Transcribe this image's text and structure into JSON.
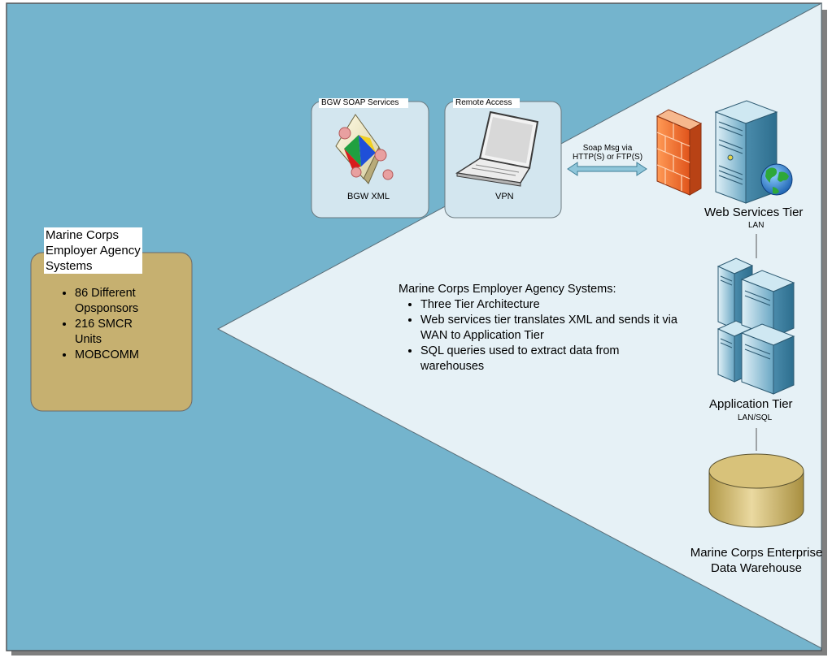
{
  "colors": {
    "background": "#74b4cd",
    "triangle": "#e6f1f6",
    "agency_box": "#c6b070",
    "service_box": "#d3e6ef"
  },
  "agency": {
    "title_lines": [
      "Marine Corps",
      "Employer Agency",
      "Systems"
    ],
    "items": [
      "86 Different Opsponsors",
      "216 SMCR Units",
      "MOBCOMM"
    ]
  },
  "services": {
    "soap_title": "BGW SOAP Services",
    "soap_label": "BGW XML",
    "remote_title": "Remote Access",
    "remote_label": "VPN"
  },
  "connection": {
    "soap_line1": "Soap Msg via",
    "soap_line2": "HTTP(S) or FTP(S)"
  },
  "tiers": {
    "web": "Web Services Tier",
    "web_link": "LAN",
    "app": "Application Tier",
    "app_link": "LAN/SQL",
    "warehouse_line1": "Marine Corps Enterprise",
    "warehouse_line2": "Data Warehouse"
  },
  "description": {
    "heading": "Marine Corps Employer Agency Systems:",
    "bullets": [
      "Three Tier Architecture",
      "Web services tier translates XML and sends it via WAN to Application Tier",
      "SQL queries used to extract data from warehouses"
    ]
  }
}
